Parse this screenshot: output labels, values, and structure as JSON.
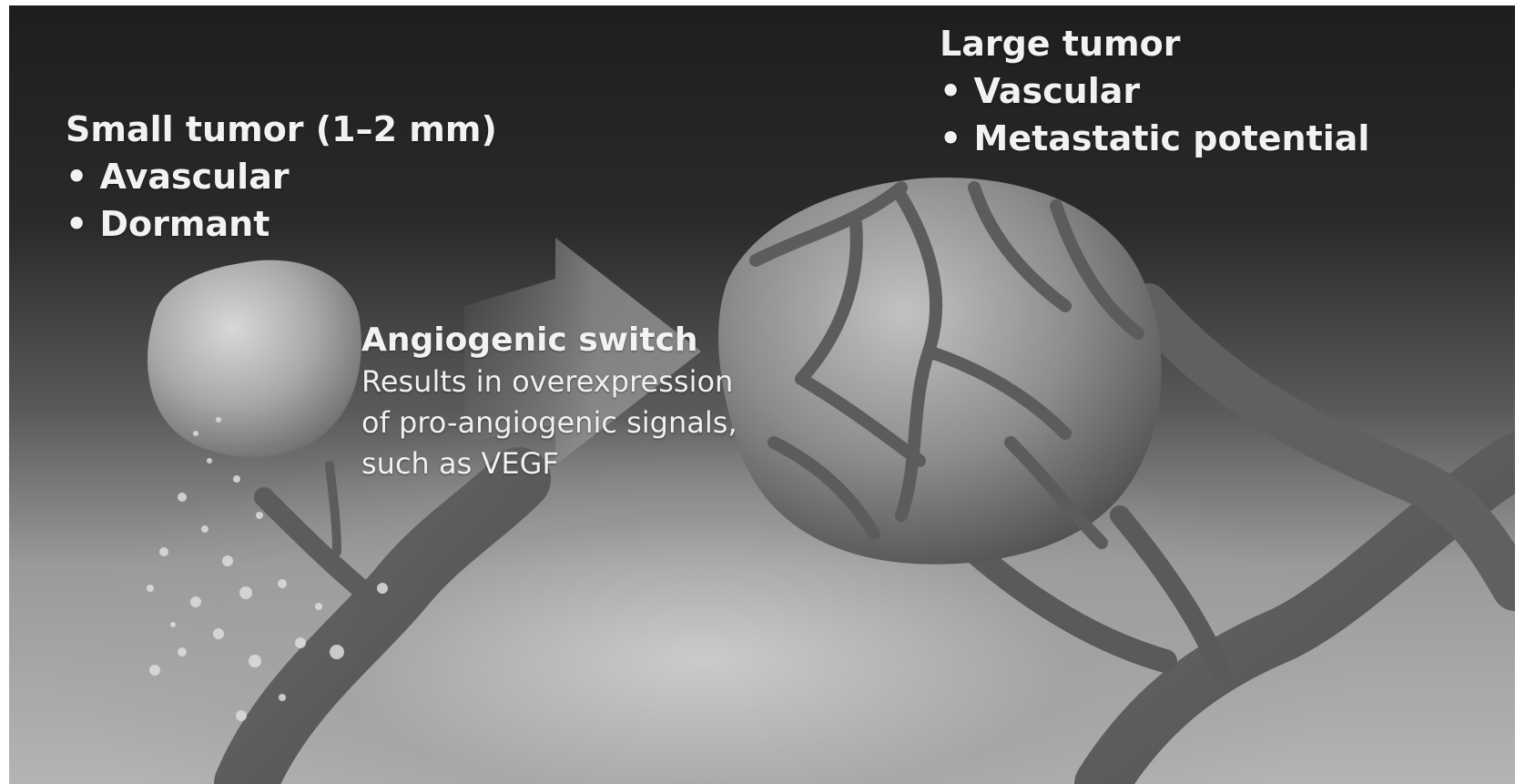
{
  "small_tumor": {
    "title": "Small tumor (1–2 mm)",
    "bullets": [
      "• Avascular",
      "• Dormant"
    ]
  },
  "angiogenic_switch": {
    "title": "Angiogenic switch",
    "description_lines": [
      "Results in overexpression",
      "of pro-angiogenic signals,",
      "such as VEGF"
    ]
  },
  "large_tumor": {
    "title": "Large tumor",
    "bullets": [
      "• Vascular",
      "• Metastatic potential"
    ]
  }
}
